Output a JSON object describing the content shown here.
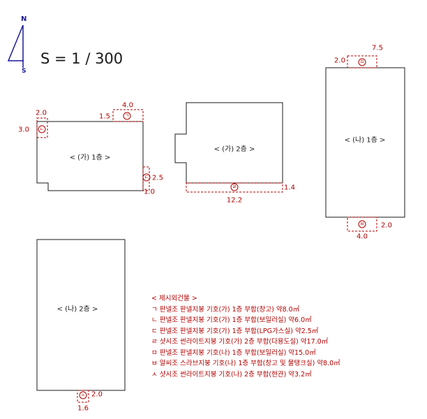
{
  "north": {
    "n_label": "N",
    "s_label": "S"
  },
  "scale_text": "S = 1 / 300",
  "buildings": {
    "ga1": "< (가) 1층 >",
    "ga2": "< (가) 2층 >",
    "na1": "< (나) 1층 >",
    "na2": "< (나) 2층 >"
  },
  "dimensions": {
    "ga1_top_left": "2.0",
    "ga1_left": "3.0",
    "ga1_top_a": "1.5",
    "ga1_top_b": "4.0",
    "ga1_right_a": "2.5",
    "ga1_right_b": "1.0",
    "ga2_bottom_width": "12.2",
    "ga2_bottom_depth": "1.4",
    "na1_top_left": "2.0",
    "na1_top_width": "7.5",
    "na1_bottom_right": "2.0",
    "na1_bottom_width": "4.0",
    "na2_bottom_right": "2.0",
    "na2_bottom_width": "1.6"
  },
  "markers": {
    "m1": "ㄱ",
    "m2": "ㄴ",
    "m3": "ㄷ",
    "m4": "ㄹ",
    "m5": "ㅁ",
    "m6": "ㅂ",
    "m7": "ㅅ"
  },
  "legend": {
    "title": "< 제시외건물 >",
    "items": [
      "ㄱ 판넬조 판넬지붕 기호(가) 1층 부합(창고) 약8.0㎡",
      "ㄴ 판넬조 판넬지붕 기호(가) 1층 부합(보일러실) 약6.0㎡",
      "ㄷ 판넬조 판넬지붕 기호(가) 1층 부합(LPG가스실) 약2.5㎡",
      "ㄹ 샷시조 썬라이트지붕 기호(가) 2층 부합(다용도실) 약17.0㎡",
      "ㅁ 판넬조 판넬지붕 기호(나) 1층 부합(보일러실) 약15.0㎡",
      "ㅂ 알씨조 스라브지붕 기호(나) 1층 부합(창고 및 물탱크실) 약8.0㎡",
      "ㅅ 샷시조 썬라이트지붕 기호(나) 2층 부합(현관) 약3.2㎡"
    ]
  },
  "colors": {
    "outline": "#1a1a1a",
    "dimension_red": "#b30000",
    "north_blue": "#1a1a9a"
  }
}
